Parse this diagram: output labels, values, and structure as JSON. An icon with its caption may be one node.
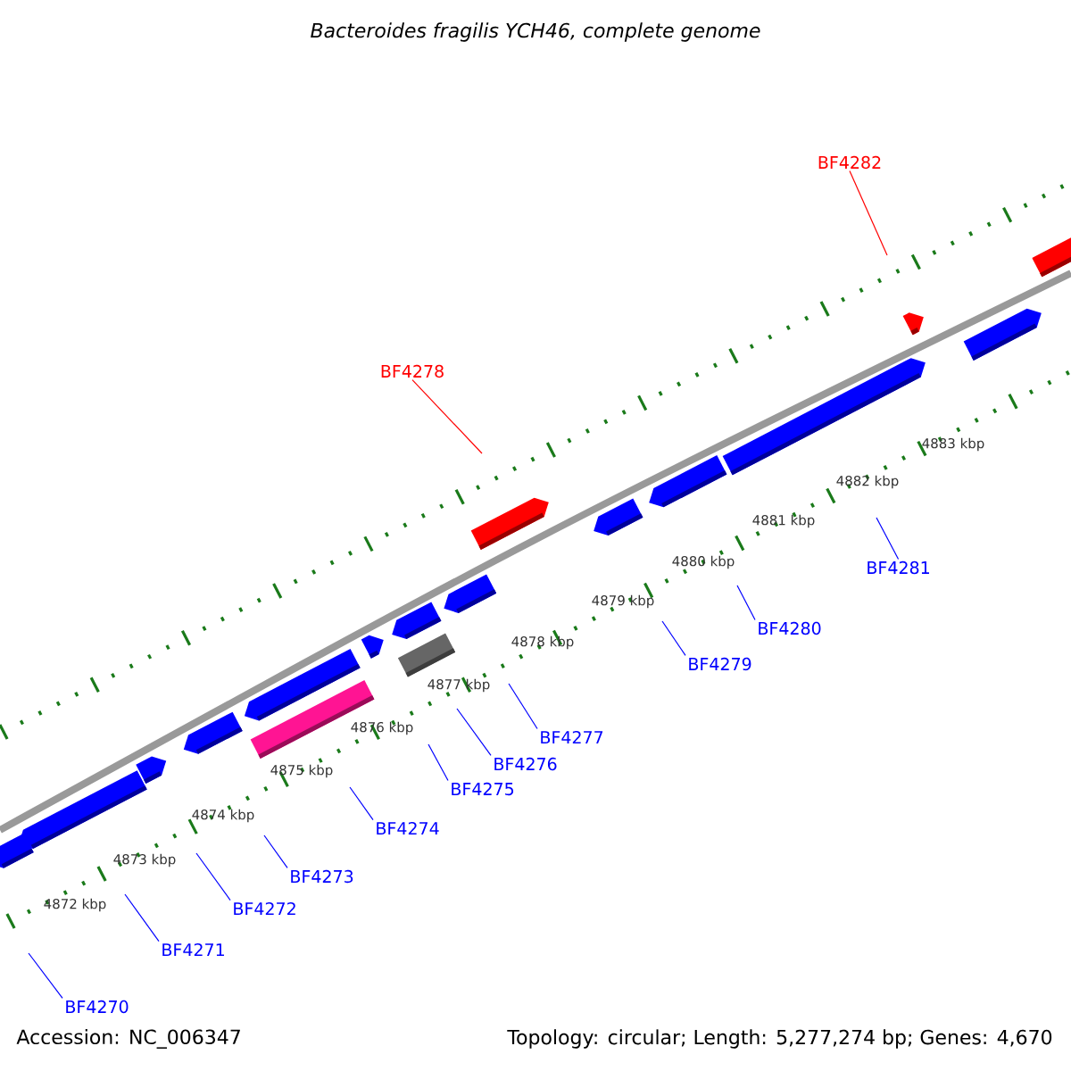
{
  "diagram": {
    "title": "Bacteroides fragilis YCH46, complete genome",
    "nodes": [
      {
        "text": [
          "BF4270"
        ]
      },
      {
        "text": [
          "BF4271"
        ]
      },
      {
        "text": [
          "BF4272"
        ]
      },
      {
        "text": [
          "BF4273"
        ]
      },
      {
        "text": [
          "BF4274"
        ]
      },
      {
        "text": [
          "BF4275"
        ]
      },
      {
        "text": [
          "BF4276"
        ]
      },
      {
        "text": [
          "BF4277"
        ]
      },
      {
        "text": [
          "BF4278"
        ]
      },
      {
        "text": [
          "BF4279"
        ]
      },
      {
        "text": [
          "BF4280"
        ]
      },
      {
        "text": [
          "BF4281"
        ]
      },
      {
        "text": [
          "BF4282"
        ]
      }
    ],
    "edges": [
      {
        "from": 0,
        "to": null,
        "arrow": "none"
      },
      {
        "from": 1,
        "to": null,
        "arrow": "none"
      },
      {
        "from": 2,
        "to": null,
        "arrow": "none"
      },
      {
        "from": 3,
        "to": null,
        "arrow": "none"
      },
      {
        "from": 4,
        "to": null,
        "arrow": "none"
      },
      {
        "from": 5,
        "to": null,
        "arrow": "none"
      },
      {
        "from": 6,
        "to": null,
        "arrow": "none"
      },
      {
        "from": 7,
        "to": null,
        "arrow": "none"
      },
      {
        "from": 8,
        "to": null,
        "arrow": "none",
        "color": "#ff0000"
      },
      {
        "from": 9,
        "to": null,
        "arrow": "none"
      },
      {
        "from": 10,
        "to": null,
        "arrow": "none"
      },
      {
        "from": 11,
        "to": null,
        "arrow": "none"
      },
      {
        "from": 12,
        "to": null,
        "arrow": "none",
        "color": "#ff0000"
      }
    ],
    "labels": [
      "4872 kbp",
      "4873 kbp",
      "4874 kbp",
      "4875 kbp",
      "4876 kbp",
      "4877 kbp",
      "4878 kbp",
      "4879 kbp",
      "4880 kbp",
      "4881 kbp",
      "4882 kbp",
      "4883 kbp",
      "Accession: NC_006347",
      "Topology: circular; Length: 5,277,274 bp; Genes: 4,670"
    ]
  }
}
